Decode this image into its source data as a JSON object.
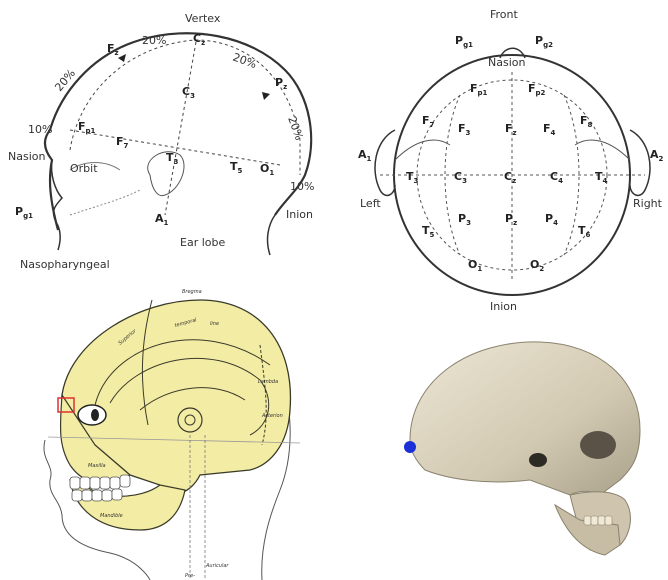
{
  "side_diagram": {
    "labels": {
      "vertex": "Vertex",
      "fz": "F",
      "fz_sub": "z",
      "cz": "C",
      "cz_sub": "z",
      "pz": "P",
      "pz_sub": "z",
      "c3": "C",
      "c3_sub": "3",
      "fp1": "F",
      "fp1_sub": "p1",
      "f7": "F",
      "f7_sub": "7",
      "t3": "T",
      "t3_sub": "3",
      "t5": "T",
      "t5_sub": "5",
      "o1": "O",
      "o1_sub": "1",
      "pg1": "P",
      "pg1_sub": "g1",
      "a1": "A",
      "a1_sub": "1",
      "pct_20_a": "20%",
      "pct_20_b": "20%",
      "pct_20_c": "20%",
      "pct_20_d": "20%",
      "pct_10_a": "10%",
      "pct_10_b": "10%",
      "nasion": "Nasion",
      "orbit": "Orbit",
      "ear_lobe": "Ear lobe",
      "inion": "Inion",
      "nasopharyngeal": "Nasopharyngeal"
    }
  },
  "top_diagram": {
    "labels": {
      "front": "Front",
      "nasion": "Nasion",
      "inion": "Inion",
      "left": "Left",
      "right": "Right",
      "pg1": "P",
      "pg1_sub": "g1",
      "pg2": "P",
      "pg2_sub": "g2",
      "fp1": "F",
      "fp1_sub": "p1",
      "fp2": "F",
      "fp2_sub": "p2",
      "f7": "F",
      "f7_sub": "7",
      "f3": "F",
      "f3_sub": "3",
      "fz": "F",
      "fz_sub": "z",
      "f4": "F",
      "f4_sub": "4",
      "f8": "F",
      "f8_sub": "8",
      "a1": "A",
      "a1_sub": "1",
      "a2": "A",
      "a2_sub": "2",
      "t3": "T",
      "t3_sub": "3",
      "c3": "C",
      "c3_sub": "3",
      "cz": "C",
      "cz_sub": "z",
      "c4": "C",
      "c4_sub": "4",
      "t4": "T",
      "t4_sub": "4",
      "p3": "P",
      "p3_sub": "3",
      "pz": "P",
      "pz_sub": "z",
      "p4": "P",
      "p4_sub": "4",
      "t5": "T",
      "t5_sub": "5",
      "t6": "T",
      "t6_sub": "6",
      "o1": "O",
      "o1_sub": "1",
      "o2": "O",
      "o2_sub": "2"
    }
  },
  "skull_diagram": {
    "labels": {
      "bregma": "Bregma",
      "superior": "Superior",
      "temporal": "temporal",
      "line": "line",
      "lambda": "Lambda",
      "maxilla": "Maxilla",
      "mandible": "Mandible",
      "asterion": "Asterion",
      "auricular": "Auricular",
      "pre": "Pre-"
    },
    "colors": {
      "bone": "#f3eca4",
      "outline": "#3a3a2a",
      "marker": "#e03030"
    }
  },
  "skull_photo": {
    "colors": {
      "marker": "#1a2fd6",
      "bone": "#d8d0bc"
    }
  }
}
